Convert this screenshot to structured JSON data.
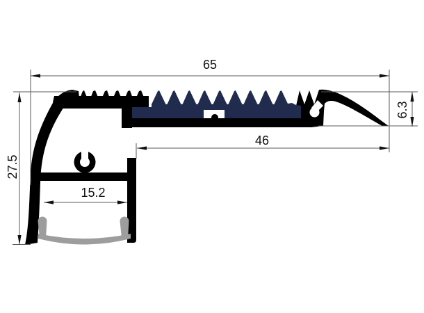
{
  "drawing": {
    "title": "aluminium-led-stair-nosing-profile-cross-section",
    "background": "#ffffff",
    "colors": {
      "profile": "#000000",
      "insert": "#212b4d",
      "diffuser": "#9d9d9d",
      "dim_line": "#5a5a5a",
      "arrow": "#111111",
      "text": "#111111",
      "cutout": "#ffffff"
    },
    "dimensions": {
      "overall_width": {
        "value": "65",
        "orientation": "horizontal",
        "position": "top"
      },
      "tread_depth": {
        "value": "46",
        "orientation": "horizontal",
        "position": "middle-right"
      },
      "channel_width": {
        "value": "15.2",
        "orientation": "horizontal",
        "position": "bottom-left"
      },
      "overall_height": {
        "value": "27.5",
        "orientation": "vertical",
        "position": "left"
      },
      "front_edge_height": {
        "value": "6.3",
        "orientation": "vertical",
        "position": "right"
      }
    },
    "parts": [
      {
        "name": "aluminium-profile-body",
        "color": "#000000"
      },
      {
        "name": "anti-slip-serrated-insert",
        "color": "#212b4d"
      },
      {
        "name": "diffuser-lens",
        "color": "#9d9d9d"
      },
      {
        "name": "screw-boss",
        "color": "#000000"
      },
      {
        "name": "led-channel",
        "color": "#ffffff"
      }
    ]
  }
}
